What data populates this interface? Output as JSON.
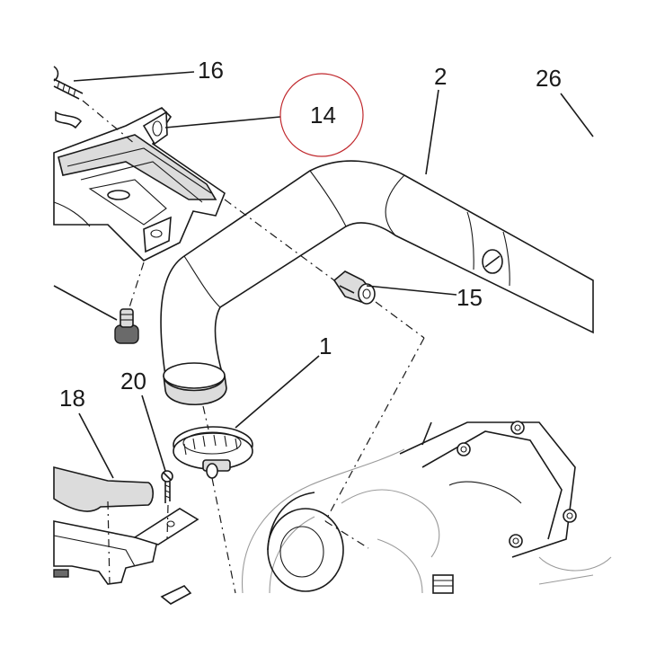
{
  "callouts": {
    "c16": "16",
    "c14": "14",
    "c2": "2",
    "c26": "26",
    "c15": "15",
    "c1": "1",
    "c18": "18",
    "c20": "20"
  },
  "highlight": {
    "target": "14",
    "color": "#c0282d"
  },
  "colors": {
    "line": "#1a1a1a",
    "shade": "#dcdcdc",
    "dark": "#6a6a6a"
  }
}
